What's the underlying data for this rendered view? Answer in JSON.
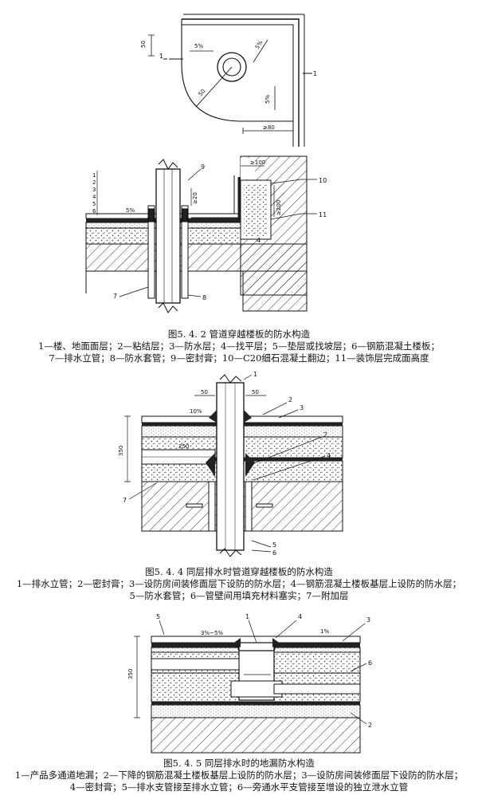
{
  "fig1": {
    "top_dims": {
      "d50": "50",
      "slope_left": "5%",
      "slope_right_a": "5%",
      "slope_right_b": "5%",
      "radius": "50",
      "min80": "≥80",
      "section": "1"
    },
    "section_labels": {
      "n9": "9",
      "n10": "10",
      "n11": "11",
      "n7": "7",
      "n8": "8",
      "n4": "4",
      "slope": "5%",
      "min100": "≥100",
      "min20": "≥20",
      "min200": "≥200",
      "layers": [
        "1",
        "2",
        "3",
        "4",
        "5",
        "6"
      ]
    },
    "title": "图5. 4. 2 管道穿越楼板的防水构造",
    "legend_line1": "1—楼、地面面层；2—粘结层；3—防水层；4—找平层；5—垫层或找坡层；6—钢筋混凝土楼板；",
    "legend_line2": "7—排水立管；8—防水套管；9—密封膏；10—C20细石混凝土翻边；11—装饰层完成面高度"
  },
  "fig2": {
    "labels": {
      "n1": "1",
      "n2a": "2",
      "n3": "3",
      "n2b": "2",
      "n4": "4",
      "n5": "5",
      "n6": "6",
      "n7": "7",
      "d50a": "50",
      "d50b": "50",
      "slope": "10%",
      "d350": "350",
      "d250": "250"
    },
    "title": "图5. 4. 4 同层排水时管道穿越楼板的防水构造",
    "legend_line1": "1—排水立管；2—密封膏；3—设防房间装修面层下设防的防水层；4—钢筋混凝土楼板基层上设防的防水层；",
    "legend_line2": "5—防水套管；6—管壁间用填充材料塞实；7—附加层"
  },
  "fig3": {
    "labels": {
      "n1": "1",
      "n2": "2",
      "n3": "3",
      "n4": "4",
      "n5": "5",
      "n6": "6",
      "slope_a": "3%~5%",
      "slope_b": "1%",
      "d350": "350"
    },
    "title": "图5. 4. 5 同层排水时的地漏防水构造",
    "legend_line1": "1—产品多通道地漏；2—下降的钢筋混凝土楼板基层上设防的防水层；3—设防房间装修面层下设防的防水层；",
    "legend_line2": "4—密封膏；5—排水支管接至排水立管；6—旁通水平支管接至增设的独立泄水立管"
  }
}
